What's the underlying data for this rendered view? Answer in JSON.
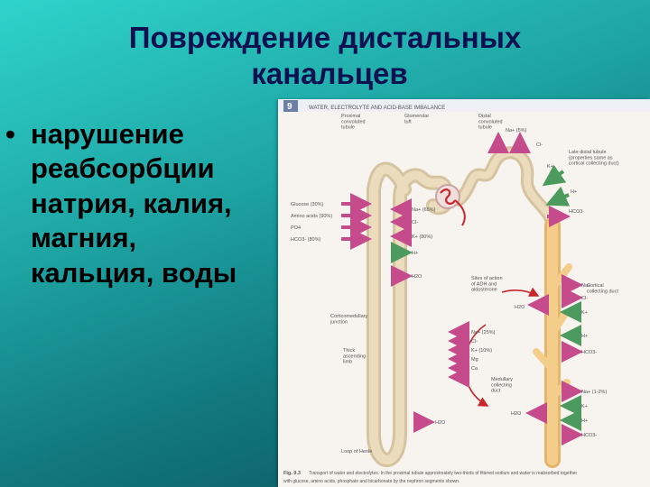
{
  "slide": {
    "title_line1": "Повреждение дистальных",
    "title_line2": "канальцев",
    "bullet_glyph": "•",
    "bullet_text": "нарушение\nреабсорбции\nнатрия, калия,\nмагния,\nкальция, воды"
  },
  "page": {
    "chapter_number": "9",
    "running_head": "WATER, ELECTROLYTE AND ACID-BASE IMBALANCE",
    "labels": {
      "proximal": "Proximal\nconvoluted\ntubule",
      "glomerular": "Glomerular\ntuft",
      "distal": "Distal\nconvoluted\ntubule",
      "late_distal": "Late distal tubule\n(properties same as\ncortical collecting duct)",
      "site_adh": "Sites of action\nof ADH and\naldosterone",
      "cortical_duct": "Cortical\ncollecting duct",
      "junction": "Corticomedullary\njunction",
      "thick_limb": "Thick\nascending\nlimb",
      "medullary_duct": "Medullary\ncollecting\nduct",
      "loop": "Loop of Henle"
    },
    "ions_left": [
      "Glucose (30%)",
      "Amino acids (90%)",
      "PO4",
      "HCO3- (80%)"
    ],
    "ions_prox_right": [
      "Na+ (65%)",
      "Cl-",
      "K+ (80%)",
      "H+"
    ],
    "ions_prox_water": "H2O",
    "ions_thick": [
      "Na+ (25%)",
      "Cl-",
      "K+ (10%)",
      "Mg",
      "Ca"
    ],
    "ions_distal_top": [
      "Na+ (5%)",
      "Cl-"
    ],
    "ions_late_distal": [
      "K+",
      "H+",
      "HCO3-"
    ],
    "ions_cortical": [
      "Na+",
      "Cl-",
      "K+",
      "H+",
      "HCO3-"
    ],
    "ions_medullary": [
      "Na+ (1-2%)",
      "K+",
      "H+",
      "HCO3-"
    ],
    "water_labels": [
      "H2O",
      "H2O",
      "H2O"
    ],
    "caption_fig": "Fig. 9.3",
    "caption_line1": "Transport of water and electrolytes. In the proximal tubule approximately two-thirds of filtered sodium and water is reabsorbed together",
    "caption_line2": "with glucose, amino acids, phosphate and bicarbonate by the nephron segments shown."
  },
  "colors": {
    "title": "#0d1050",
    "tubule": "#e7d3b0",
    "medullary_duct": "#f4cd8a",
    "arrow_in": "#c64b8c",
    "arrow_out": "#4c9a5d",
    "accent_red": "#c8242b"
  }
}
